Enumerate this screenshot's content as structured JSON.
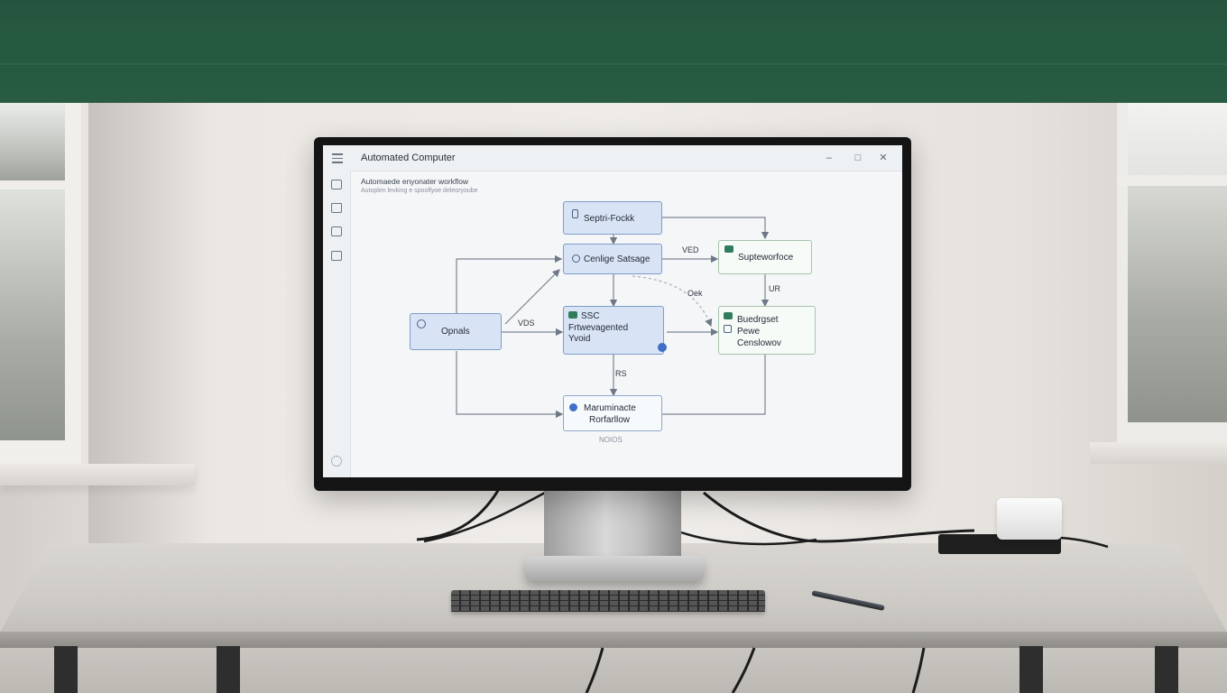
{
  "app": {
    "title": "Automated Computer",
    "subtitle": "Automaede enyonater workflow",
    "caption": "Autoplen levking e spooflyoe deleoryoube",
    "window_controls": {
      "minimize": "–",
      "maximize": "□",
      "close": "✕"
    }
  },
  "sidebar": {
    "icons": [
      "menu-icon",
      "monitor-icon",
      "home-icon",
      "layers-icon",
      "document-icon",
      "gear-icon"
    ]
  },
  "diagram": {
    "nodes": {
      "septri_fock": "Septri-Fockk",
      "cenlige_satsage": "Cenlige Satsage",
      "supteworfoce": "Supteworfoce",
      "opnals": "Opnals",
      "ssc_line1": "SSC",
      "ssc_line2": "Frtwevagented",
      "ssc_line3": "Yvoid",
      "buedrgset_line1": "Buedrgset",
      "buedrgset_line2": "Pewe",
      "buedrgset_line3": "Censlowov",
      "maruminacte_line1": "Maruminacte",
      "maruminacte_line2": "Rorfarllow"
    },
    "edge_labels": {
      "ved": "VED",
      "oek": "Oek",
      "ur": "UR",
      "vds": "VDS",
      "rs": "RS",
      "bottom": "NOIOS"
    }
  },
  "colors": {
    "band": "#26553f",
    "node_fill": "#d8e4f5",
    "node_border": "#7f9cc7",
    "screen_bg": "#f4f6f8"
  }
}
